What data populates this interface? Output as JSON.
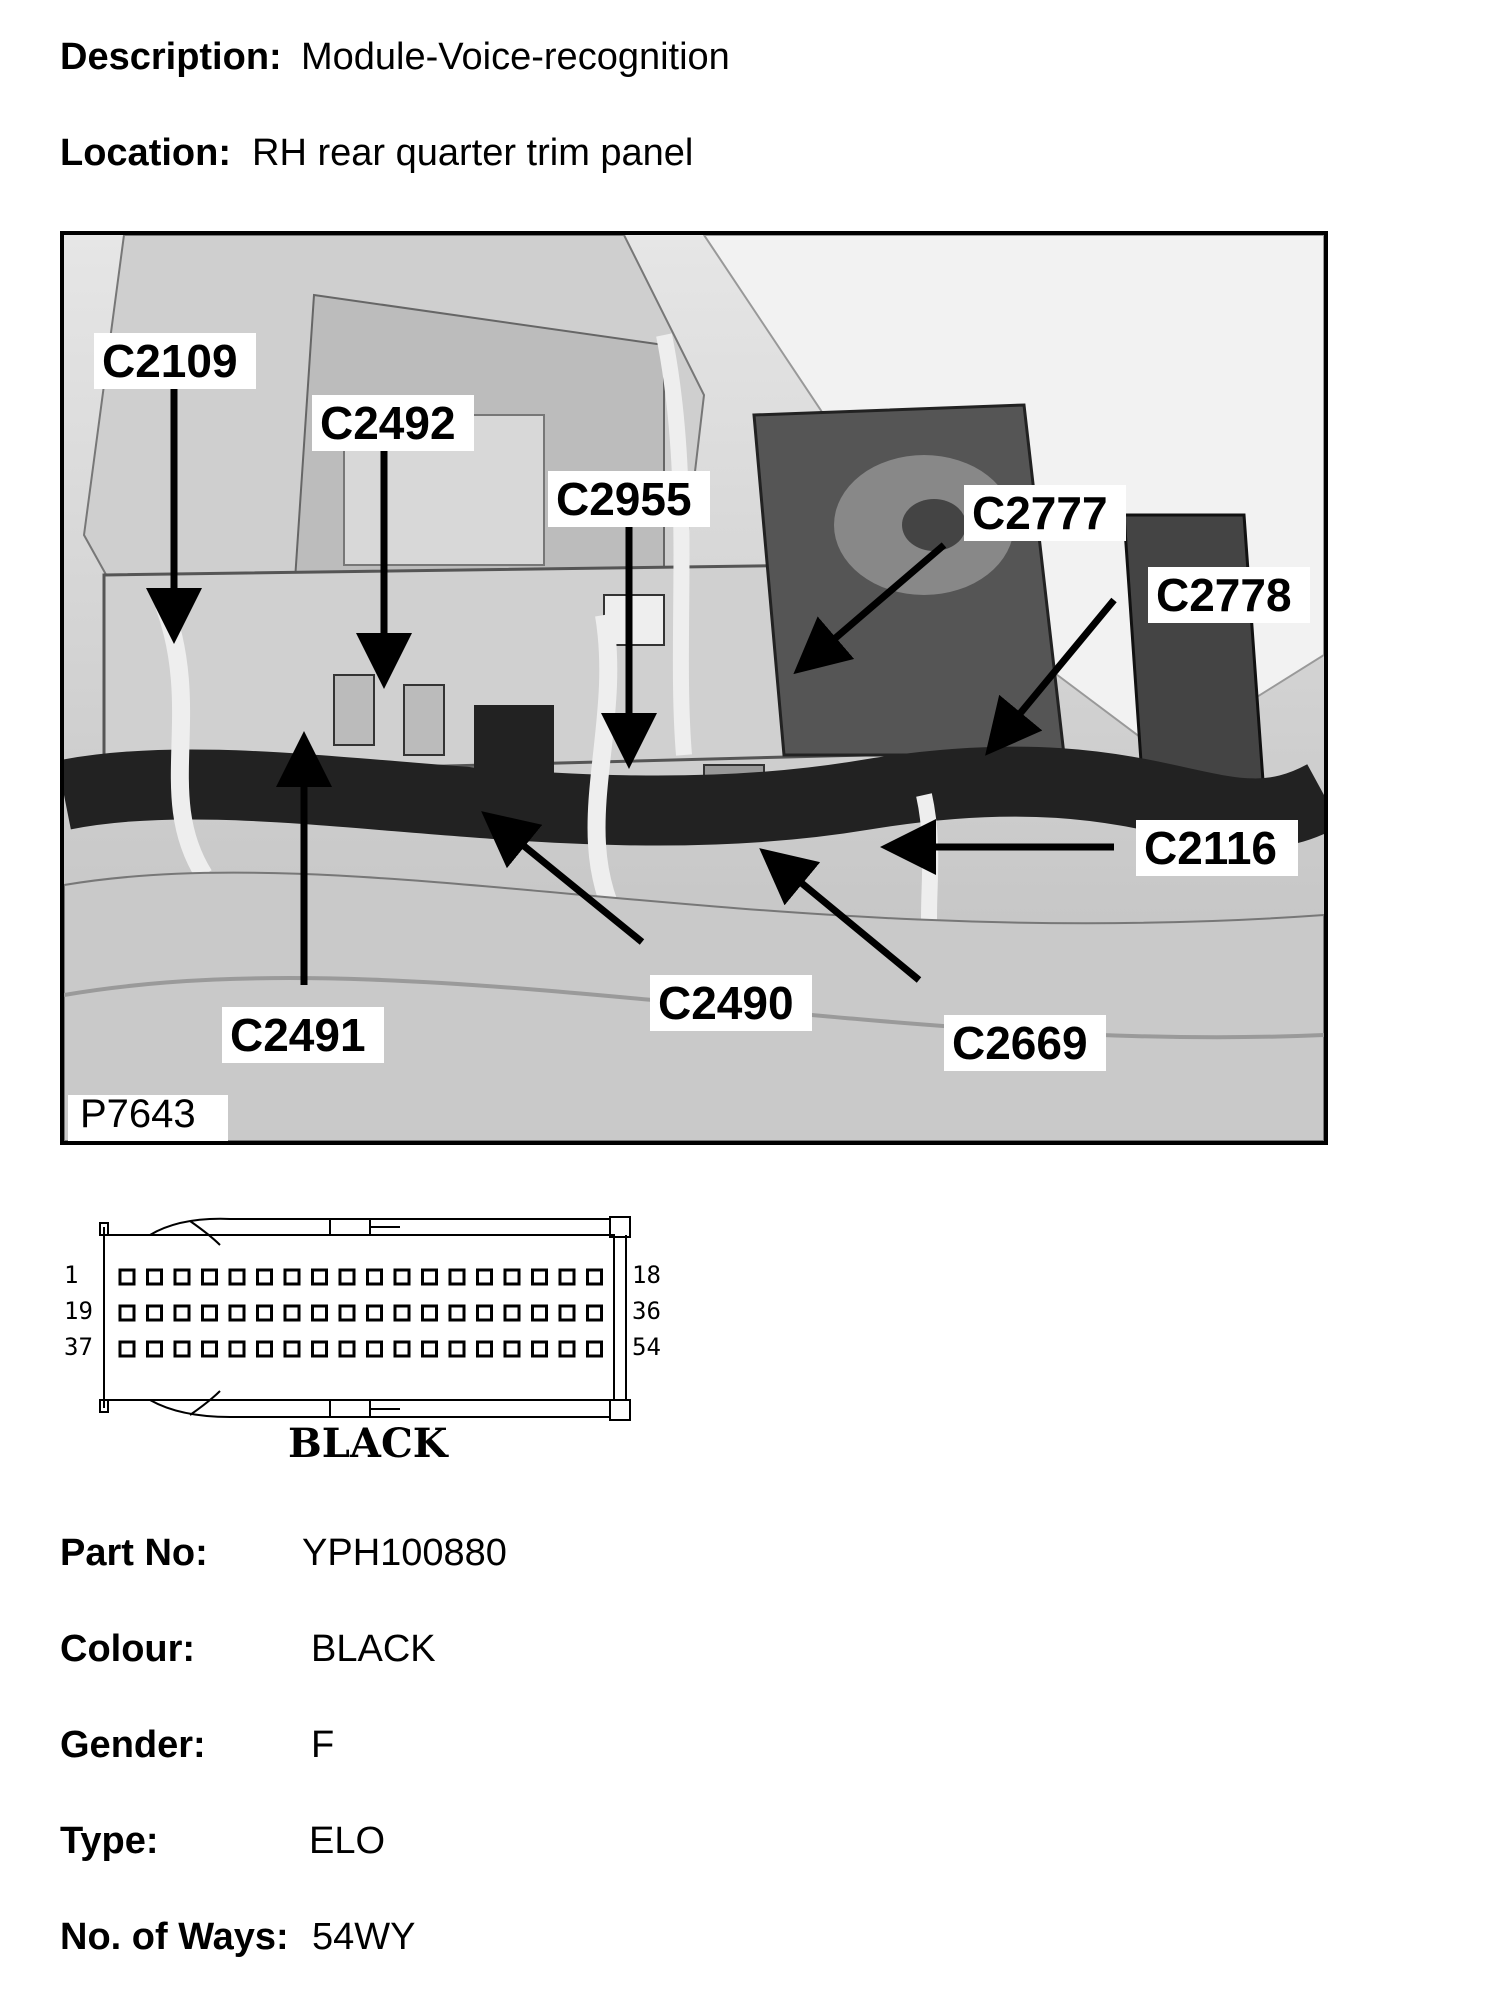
{
  "header": {
    "description_label": "Description:",
    "description_value": "Module-Voice-recognition",
    "location_label": "Location:",
    "location_value": "RH rear quarter trim panel"
  },
  "photo": {
    "reference": "P7643",
    "callouts": [
      "C2109",
      "C2492",
      "C2955",
      "C2777",
      "C2778",
      "C2116",
      "C2490",
      "C2669",
      "C2491"
    ]
  },
  "connector": {
    "colour_label": "BLACK",
    "pin_labels": {
      "row1_start": "1",
      "row1_end": "18",
      "row2_start": "19",
      "row2_end": "36",
      "row3_start": "37",
      "row3_end": "54"
    }
  },
  "details": {
    "part_no_label": "Part No:",
    "part_no_value": "YPH100880",
    "colour_label": "Colour:",
    "colour_value": "BLACK",
    "gender_label": "Gender:",
    "gender_value": "F",
    "type_label": "Type:",
    "type_value": "ELO",
    "ways_label": "No. of Ways:",
    "ways_value": "54WY"
  }
}
